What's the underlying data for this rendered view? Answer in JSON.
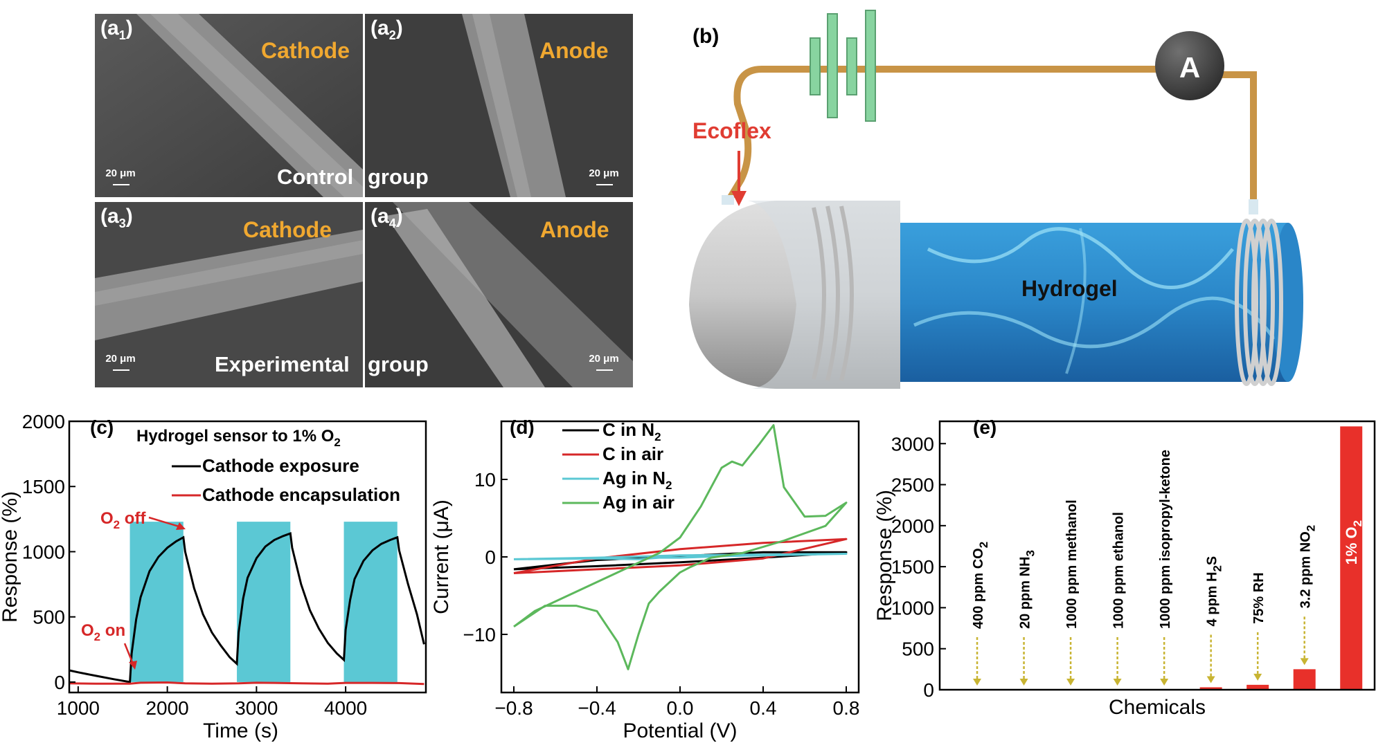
{
  "panel_a": {
    "a1": {
      "label_main": "(a",
      "label_sub": "1",
      "label_close": ")",
      "tag": "Cathode",
      "scale": "20 μm"
    },
    "a2": {
      "label_main": "(a",
      "label_sub": "2",
      "label_close": ")",
      "tag": "Anode",
      "scale": "20 μm"
    },
    "a3": {
      "label_main": "(a",
      "label_sub": "3",
      "label_close": ")",
      "tag": "Cathode",
      "scale": "20 μm"
    },
    "a4": {
      "label_main": "(a",
      "label_sub": "4",
      "label_close": ")",
      "tag": "Anode",
      "scale": "20 μm"
    },
    "control_left": "Control",
    "control_right": "group",
    "experimental_left": "Experimental",
    "experimental_right": "group"
  },
  "panel_b": {
    "label": "(b)",
    "ecoflex": "Ecoflex",
    "hydrogel": "Hydrogel",
    "ammeter": "A"
  },
  "chart_data": [
    {
      "type": "line",
      "panel": "(c)",
      "title_main": "Hydrogel sensor to 1% O",
      "title_sub": "2",
      "xlabel": "Time (s)",
      "ylabel": "Response (%)",
      "xlim": [
        900,
        4900
      ],
      "ylim": [
        -80,
        2000
      ],
      "xticks": [
        1000,
        2000,
        3000,
        4000
      ],
      "yticks": [
        0,
        500,
        1000,
        1500,
        2000
      ],
      "legend_position": "top-right",
      "annotations": [
        {
          "main": "O",
          "sub": "2",
          "rest": " off"
        },
        {
          "main": "O",
          "sub": "2",
          "rest": " on"
        }
      ],
      "gas_on_intervals": [
        [
          1580,
          2180
        ],
        [
          2780,
          3380
        ],
        [
          3980,
          4580
        ]
      ],
      "highlight_color": "#5bc8d4",
      "series": [
        {
          "name": "Cathode exposure",
          "color": "#000000",
          "x": [
            900,
            1000,
            1200,
            1400,
            1580,
            1600,
            1650,
            1700,
            1800,
            1900,
            2000,
            2100,
            2180,
            2200,
            2300,
            2400,
            2500,
            2600,
            2700,
            2780,
            2800,
            2850,
            2900,
            3000,
            3100,
            3200,
            3300,
            3380,
            3400,
            3500,
            3600,
            3700,
            3800,
            3900,
            3980,
            4000,
            4050,
            4100,
            4200,
            4300,
            4400,
            4500,
            4580,
            4600,
            4700,
            4800,
            4880
          ],
          "y": [
            90,
            75,
            48,
            22,
            0,
            220,
            480,
            650,
            850,
            960,
            1030,
            1080,
            1110,
            1000,
            720,
            520,
            380,
            280,
            190,
            140,
            380,
            640,
            800,
            950,
            1040,
            1090,
            1120,
            1140,
            1030,
            750,
            550,
            410,
            300,
            220,
            170,
            400,
            630,
            790,
            930,
            1010,
            1060,
            1090,
            1110,
            1010,
            750,
            520,
            290
          ]
        },
        {
          "name": "Cathode encapsulation",
          "color": "#d62728",
          "x": [
            900,
            1200,
            1580,
            1700,
            2000,
            2200,
            2500,
            2800,
            3000,
            3200,
            3500,
            3800,
            4000,
            4300,
            4600,
            4880
          ],
          "y": [
            -10,
            -12,
            -12,
            -5,
            -3,
            -10,
            -12,
            -10,
            -5,
            -6,
            -10,
            -12,
            -6,
            -6,
            -8,
            -15
          ]
        }
      ]
    },
    {
      "type": "line",
      "panel": "(d)",
      "xlabel": "Potential (V)",
      "ylabel": "Current (μA)",
      "xlim": [
        -0.86,
        0.86
      ],
      "ylim": [
        -17.5,
        17.5
      ],
      "xticks": [
        "−0.8",
        "−0.4",
        "0.0",
        "0.4",
        "0.8"
      ],
      "xtick_values": [
        -0.8,
        -0.4,
        0.0,
        0.4,
        0.8
      ],
      "yticks": [
        "−10",
        "0",
        "10"
      ],
      "ytick_values": [
        -10,
        0,
        10
      ],
      "legend_position": "top-left",
      "series": [
        {
          "name_main": "C in N",
          "name_sub": "2",
          "color": "#000000",
          "x": [
            -0.8,
            -0.4,
            0.0,
            0.4,
            0.8,
            0.4,
            0.0,
            -0.4,
            -0.8
          ],
          "y": [
            -1.6,
            -1.2,
            -0.7,
            -0.1,
            0.6,
            0.6,
            0.1,
            -0.4,
            -1.6
          ]
        },
        {
          "name_main": "C in air",
          "name_sub": "",
          "color": "#d62728",
          "x": [
            -0.8,
            -0.4,
            0.0,
            0.4,
            0.8,
            0.4,
            0.0,
            -0.4,
            -0.8
          ],
          "y": [
            -2.1,
            -1.6,
            -1.1,
            -0.2,
            2.3,
            1.8,
            1.0,
            -0.2,
            -2.1
          ]
        },
        {
          "name_main": "Ag in N",
          "name_sub": "2",
          "color": "#5bc8d4",
          "x": [
            -0.8,
            -0.4,
            -0.2,
            -0.1,
            0.0,
            0.2,
            0.4,
            0.8,
            0.4,
            0.0,
            -0.4,
            -0.8
          ],
          "y": [
            -0.3,
            -0.2,
            -0.3,
            -0.1,
            -0.1,
            0.1,
            0.2,
            0.4,
            0.3,
            0.2,
            -0.1,
            -0.3
          ]
        },
        {
          "name_main": "Ag in air",
          "name_sub": "",
          "color": "#5cb85c",
          "x": [
            -0.8,
            -0.7,
            -0.5,
            -0.3,
            -0.1,
            0.0,
            0.1,
            0.2,
            0.25,
            0.3,
            0.38,
            0.45,
            0.5,
            0.6,
            0.7,
            0.8,
            0.7,
            0.5,
            0.3,
            0.15,
            0.05,
            0.0,
            -0.1,
            -0.15,
            -0.2,
            -0.25,
            -0.3,
            -0.4,
            -0.5,
            -0.65,
            -0.8
          ],
          "y": [
            -9,
            -7,
            -4.5,
            -2,
            0.5,
            2.5,
            6.5,
            11.5,
            12.3,
            11.8,
            14.5,
            17,
            9,
            5.2,
            5.3,
            7.0,
            4.0,
            2.1,
            0.5,
            -0.1,
            -1.3,
            -2,
            -4.5,
            -6.0,
            -10,
            -14.5,
            -11,
            -7,
            -6.3,
            -6.3,
            -9
          ]
        }
      ]
    },
    {
      "type": "bar",
      "panel": "(e)",
      "xlabel": "Chemicals",
      "ylabel": "Response (%)",
      "ylim": [
        0,
        3200
      ],
      "yticks": [
        0,
        500,
        1000,
        1500,
        2000,
        2500,
        3000
      ],
      "bar_color": "#e8302a",
      "arrow_color": "#c8b432",
      "categories": [
        {
          "main": "400 ppm CO",
          "sub": "2",
          "rest": ""
        },
        {
          "main": "20 ppm NH",
          "sub": "3",
          "rest": ""
        },
        {
          "main": "1000 ppm methanol",
          "sub": "",
          "rest": ""
        },
        {
          "main": "1000 ppm ethanol",
          "sub": "",
          "rest": ""
        },
        {
          "main": "1000 ppm isopropyl-ketone",
          "sub": "",
          "rest": ""
        },
        {
          "main": "4 ppm H",
          "sub": "2",
          "rest": "S"
        },
        {
          "main": "75% RH",
          "sub": "",
          "rest": ""
        },
        {
          "main": "3.2 ppm NO",
          "sub": "2",
          "rest": ""
        },
        {
          "main": "1% O",
          "sub": "2",
          "rest": ""
        }
      ],
      "values": [
        0,
        0,
        0,
        0,
        0,
        30,
        60,
        250,
        3210
      ]
    }
  ]
}
